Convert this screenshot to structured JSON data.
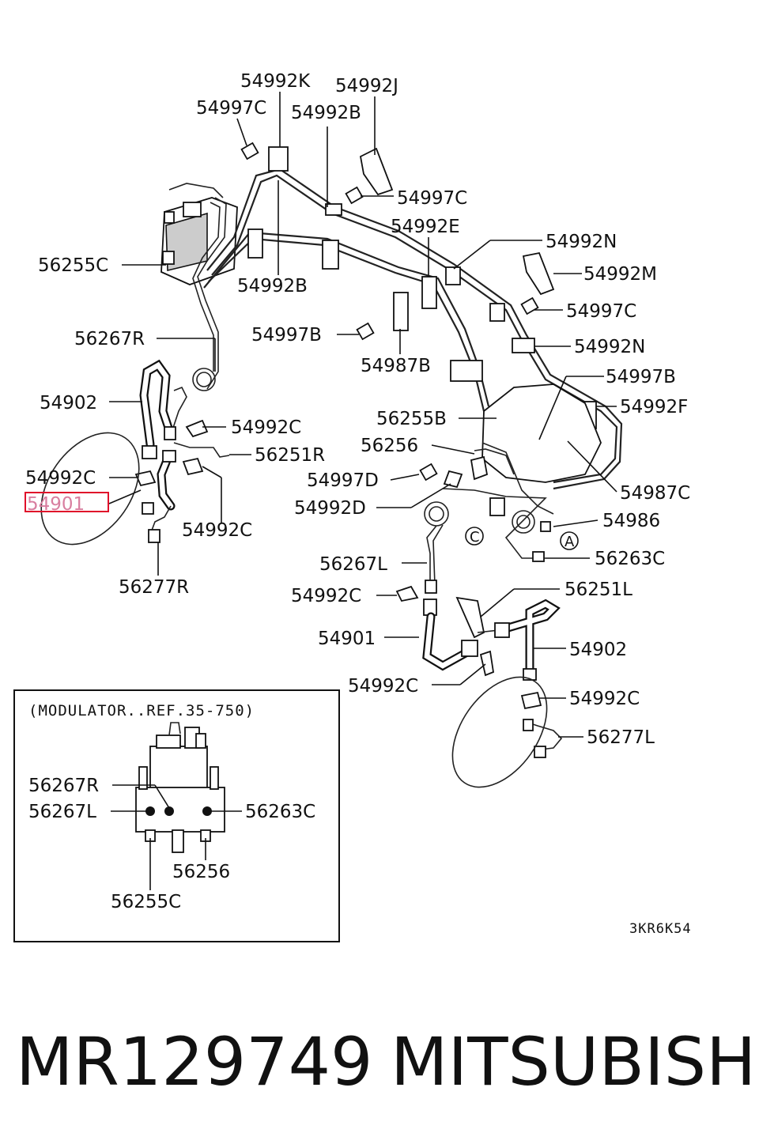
{
  "callouts": {
    "c54992K": "54992K",
    "c54992J": "54992J",
    "c54997C_a": "54997C",
    "c54992B_a": "54992B",
    "c54997C_b": "54997C",
    "c54992E": "54992E",
    "c54992N_a": "54992N",
    "c56255C": "56255C",
    "c54992M": "54992M",
    "c54992B_b": "54992B",
    "c54997C_c": "54997C",
    "c56267R": "56267R",
    "c54997B_a": "54997B",
    "c54992N_b": "54992N",
    "c54987B": "54987B",
    "c54997B_b": "54997B",
    "c54902_a": "54902",
    "c54992F": "54992F",
    "c56255B": "56255B",
    "c54992C_a": "54992C",
    "c56256": "56256",
    "c56251R": "56251R",
    "c54992C_b": "54992C",
    "c54997D": "54997D",
    "c54901_a": "54901",
    "c54992D": "54992D",
    "c54987C": "54987C",
    "c54992C_c": "54992C",
    "c54986": "54986",
    "c56263C": "56263C",
    "c56277R": "56277R",
    "c56267L": "56267L",
    "c54992C_d": "54992C",
    "c56251L": "56251L",
    "c54901_b": "54901",
    "c54902_b": "54902",
    "c54992C_e": "54992C",
    "c54992C_f": "54992C",
    "c56277L": "56277L"
  },
  "circle_refs": {
    "a": "A",
    "c": "C"
  },
  "modulator": {
    "title": "(MODULATOR..REF.35-750)",
    "c56267R": "56267R",
    "c56267L": "56267L",
    "c56263C": "56263C",
    "c56256": "56256",
    "c56255C": "56255C"
  },
  "diagram_code": "3KR6K54",
  "footer": {
    "part_number": "MR129749",
    "brand": "MITSUBISHI"
  },
  "colors": {
    "highlight": "#d97fa0",
    "highlight_box": "#e0102a",
    "ink": "#111111"
  }
}
